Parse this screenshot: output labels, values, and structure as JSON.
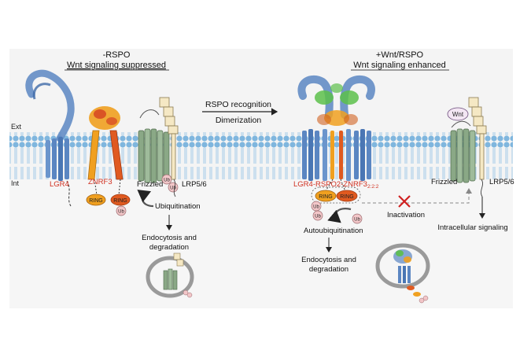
{
  "left_panel": {
    "heading_line1": "-RSPO",
    "heading_line2": "Wnt signaling suppressed"
  },
  "right_panel": {
    "heading_line1": "+Wnt/RSPO",
    "heading_line2": "Wnt signaling enhanced"
  },
  "transition_arrow": {
    "label_top": "RSPO recognition",
    "label_bottom": "Dimerization"
  },
  "membrane_labels": {
    "extracellular": "Ext",
    "intracellular": "Int"
  },
  "labels_left": {
    "lgr4": "LGR4",
    "znrf3": "ZNRF3",
    "frizzled": "Frizzled",
    "lrp": "LRP5/6",
    "ring": "RING",
    "ub": "Ub",
    "ubiquitination": "Ubiquitination",
    "endocytosis_line1": "Endocytosis and",
    "endocytosis_line2": "degradation"
  },
  "labels_right": {
    "complex_main": "LGR4-RSPO2-ZNRF3",
    "complex_subscript": "2:2:2",
    "ring": "RING",
    "ub": "Ub",
    "autoubiquitination": "Autoubiquitination",
    "endocytosis_line1": "Endocytosis and",
    "endocytosis_line2": "degradation",
    "inactivation": "Inactivation",
    "frizzled": "Frizzled",
    "lrp": "LRP5/6",
    "wnt": "Wnt",
    "intracellular_signaling": "Intracellular signaling"
  },
  "colors": {
    "membrane_blue": "#a9cfe9",
    "lipid_head": "#7fb6de",
    "protein_blue": "#5b86c2",
    "znrf3_orange": "#f0a020",
    "rspo_green": "#5cbf4a",
    "frizzled_green": "#8aa886",
    "lrp_cream": "#f5e8c4",
    "ring_orange": "#e8a020",
    "ub_pink": "#f2c6c8",
    "label_red": "#d03020"
  }
}
